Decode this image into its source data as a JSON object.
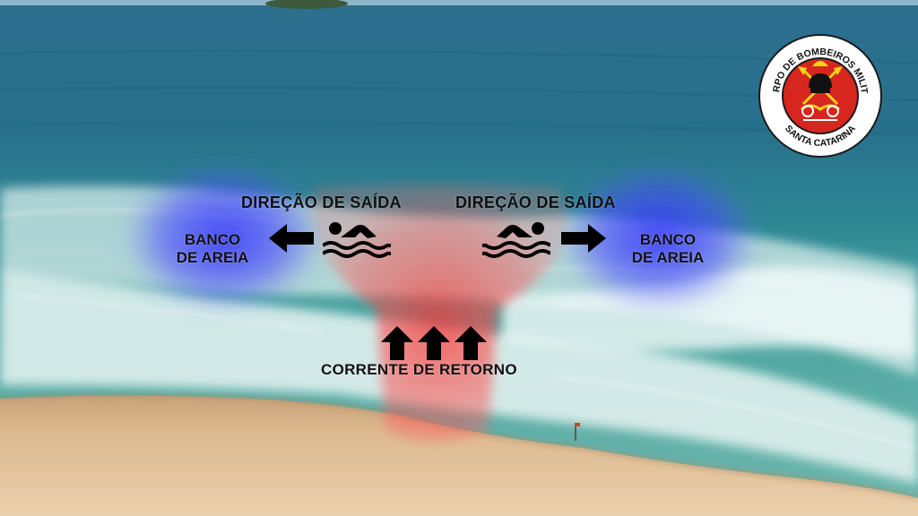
{
  "left_group": {
    "exit_label": "DIREÇÃO DE SAÍDA",
    "sandbank_line1": "BANCO",
    "sandbank_line2": "DE AREIA"
  },
  "right_group": {
    "exit_label": "DIREÇÃO DE SAÍDA",
    "sandbank_line1": "BANCO",
    "sandbank_line2": "DE AREIA"
  },
  "rip_current_label": "CORRENTE DE RETORNO",
  "logo": {
    "text_top": "CORPO DE BOMBEIROS MILITAR",
    "text_bottom": "SANTA CATARINA"
  },
  "colors": {
    "sandbank_zone": "#3a3aff",
    "rip_zone": "#ff3b3b",
    "sea_deep": "#1f6f8f",
    "sand": "#e3c29a",
    "logo_red": "#d7261e"
  },
  "icons": [
    "arrow-left-icon",
    "arrow-right-icon",
    "swimmer-icon",
    "arrow-up-icon"
  ]
}
